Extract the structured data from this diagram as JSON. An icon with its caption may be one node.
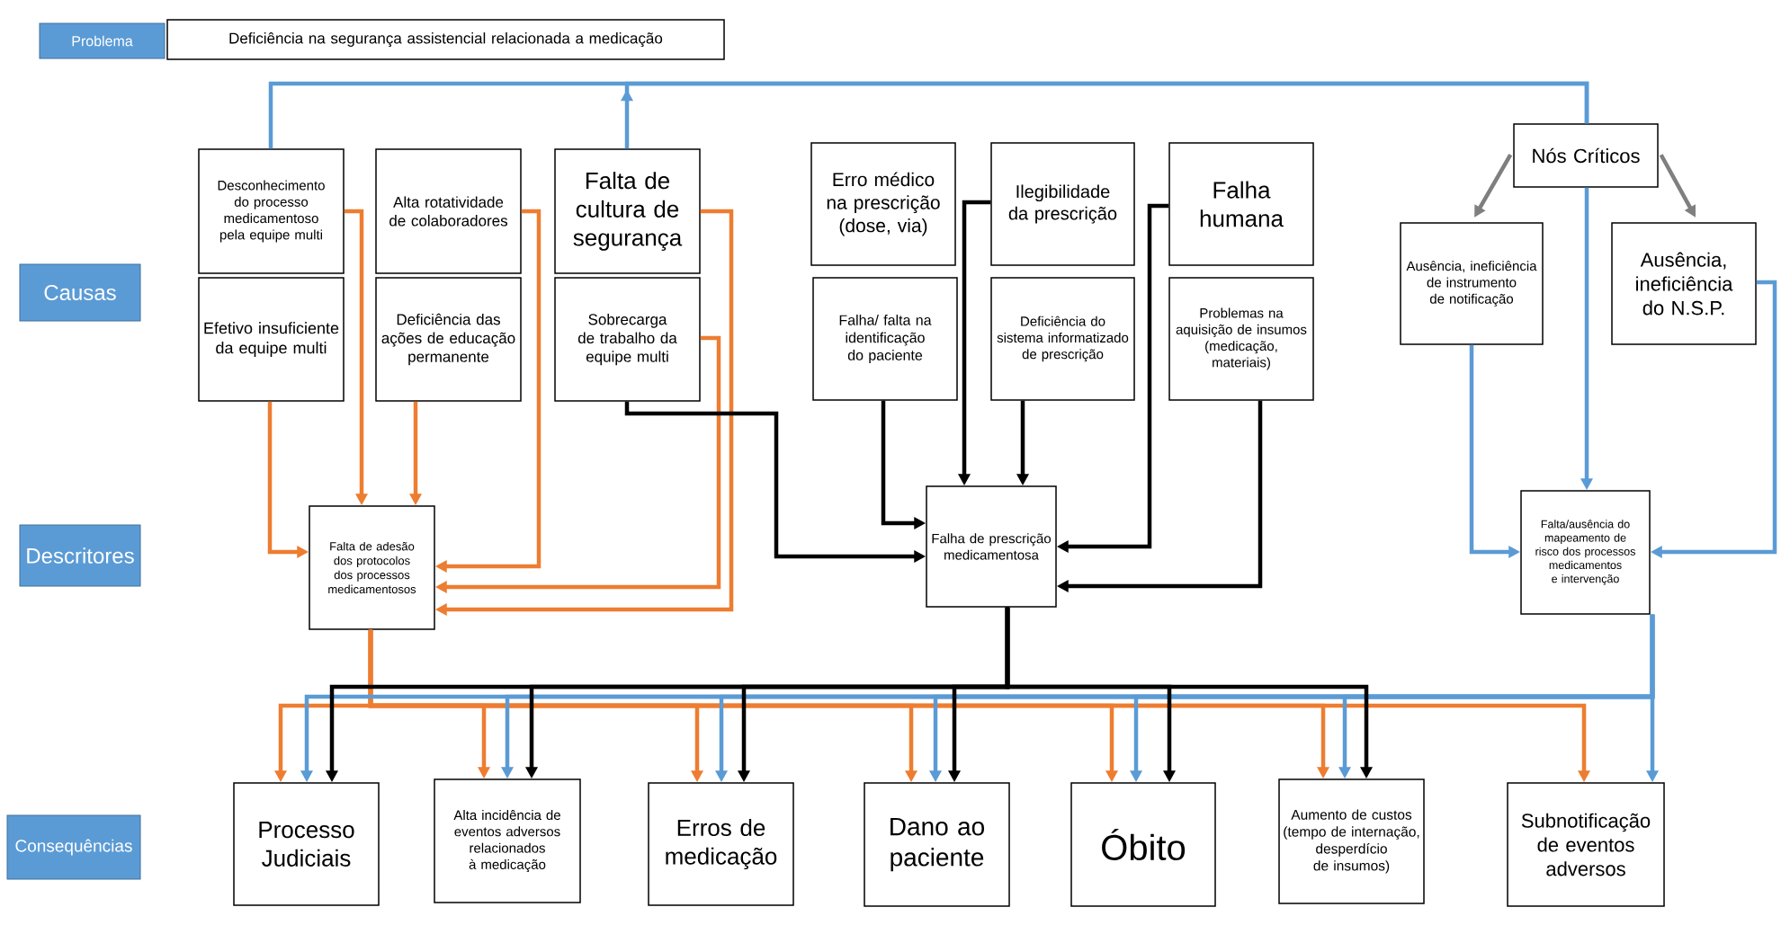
{
  "diagram": {
    "nodes": [
      {
        "text": [
          "Problema"
        ]
      },
      {
        "text": [
          "Deficiência na segurança assistencial relacionada a medicação"
        ]
      },
      {
        "text": [
          "Causas"
        ]
      },
      {
        "text": [
          "Descritores"
        ]
      },
      {
        "text": [
          "Consequências"
        ]
      },
      {
        "text": [
          "Desconhecimento do processo medicamentoso pela equipe multi"
        ]
      },
      {
        "text": [
          "Alta rotatividade de colaboradores"
        ]
      },
      {
        "text": [
          "Falta de cultura de segurança"
        ]
      },
      {
        "text": [
          "Efetivo insuficiente da equipe multi"
        ]
      },
      {
        "text": [
          "Deficiência das ações de educação permanente"
        ]
      },
      {
        "text": [
          "Sobrecarga de trabalho da equipe multi"
        ]
      },
      {
        "text": [
          "Erro médico na prescrição (dose, via)"
        ]
      },
      {
        "text": [
          "Ilegibilidade da prescrição"
        ]
      },
      {
        "text": [
          "Falha humana"
        ]
      },
      {
        "text": [
          "Falha/ falta na identificação do paciente"
        ]
      },
      {
        "text": [
          "Deficiência do sistema informatizado de prescrição"
        ]
      },
      {
        "text": [
          "Problemas na aquisição de insumos (medicação, materiais)"
        ]
      },
      {
        "text": [
          "Nós Críticos"
        ]
      },
      {
        "text": [
          "Ausência, ineficiência de instrumento de notificação"
        ]
      },
      {
        "text": [
          "Ausência, ineficiência do N.S.P."
        ]
      },
      {
        "text": [
          "Falta de adesão dos protocolos dos processos medicamentosos"
        ]
      },
      {
        "text": [
          "Falha de prescrição medicamentosa"
        ]
      },
      {
        "text": [
          "Falta/ausência do mapeamento de risco dos processos medicamentos e intervenção"
        ]
      },
      {
        "text": [
          "Processo Judiciais"
        ]
      },
      {
        "text": [
          "Alta incidência de eventos adversos relacionados à medicação"
        ]
      },
      {
        "text": [
          "Erros de medicação"
        ]
      },
      {
        "text": [
          "Dano ao paciente"
        ]
      },
      {
        "text": [
          "Óbito"
        ]
      },
      {
        "text": [
          "Aumento de custos (tempo de internação, desperdício de insumos)"
        ]
      },
      {
        "text": [
          "Subnotificação de eventos adversos"
        ]
      }
    ],
    "edges": [
      {
        "from": 5,
        "to": 17,
        "arrow": "none",
        "color": "#5b9bd5"
      },
      {
        "from": 7,
        "to": 17,
        "arrow": "to",
        "color": "#5b9bd5"
      },
      {
        "from": 17,
        "to": 18,
        "arrow": "to",
        "color": "#7f7f7f"
      },
      {
        "from": 17,
        "to": 19,
        "arrow": "to",
        "color": "#7f7f7f"
      },
      {
        "from": 17,
        "to": 22,
        "arrow": "to",
        "color": "#5b9bd5"
      },
      {
        "from": 18,
        "to": 22,
        "arrow": "to",
        "color": "#5b9bd5"
      },
      {
        "from": 19,
        "to": 22,
        "arrow": "to",
        "color": "#5b9bd5"
      },
      {
        "from": 5,
        "to": 20,
        "arrow": "to",
        "color": "#ed7d31"
      },
      {
        "from": 6,
        "to": 20,
        "arrow": "to",
        "color": "#ed7d31"
      },
      {
        "from": 7,
        "to": 20,
        "arrow": "to",
        "color": "#ed7d31"
      },
      {
        "from": 8,
        "to": 20,
        "arrow": "to",
        "color": "#ed7d31"
      },
      {
        "from": 9,
        "to": 20,
        "arrow": "to",
        "color": "#ed7d31"
      },
      {
        "from": 10,
        "to": 20,
        "arrow": "to",
        "color": "#ed7d31"
      },
      {
        "from": 10,
        "to": 21,
        "arrow": "to",
        "color": "#000000"
      },
      {
        "from": 12,
        "to": 21,
        "arrow": "to",
        "color": "#000000"
      },
      {
        "from": 13,
        "to": 21,
        "arrow": "to",
        "color": "#000000"
      },
      {
        "from": 14,
        "to": 21,
        "arrow": "to",
        "color": "#000000"
      },
      {
        "from": 15,
        "to": 21,
        "arrow": "to",
        "color": "#000000"
      },
      {
        "from": 16,
        "to": 21,
        "arrow": "to",
        "color": "#000000"
      },
      {
        "from": 20,
        "to": 23,
        "arrow": "to",
        "color": "#ed7d31"
      },
      {
        "from": 20,
        "to": 24,
        "arrow": "to",
        "color": "#ed7d31"
      },
      {
        "from": 20,
        "to": 25,
        "arrow": "to",
        "color": "#ed7d31"
      },
      {
        "from": 20,
        "to": 26,
        "arrow": "to",
        "color": "#ed7d31"
      },
      {
        "from": 20,
        "to": 27,
        "arrow": "to",
        "color": "#ed7d31"
      },
      {
        "from": 20,
        "to": 28,
        "arrow": "to",
        "color": "#ed7d31"
      },
      {
        "from": 20,
        "to": 29,
        "arrow": "to",
        "color": "#ed7d31"
      },
      {
        "from": 22,
        "to": 23,
        "arrow": "to",
        "color": "#5b9bd5"
      },
      {
        "from": 22,
        "to": 24,
        "arrow": "to",
        "color": "#5b9bd5"
      },
      {
        "from": 22,
        "to": 25,
        "arrow": "to",
        "color": "#5b9bd5"
      },
      {
        "from": 22,
        "to": 26,
        "arrow": "to",
        "color": "#5b9bd5"
      },
      {
        "from": 22,
        "to": 27,
        "arrow": "to",
        "color": "#5b9bd5"
      },
      {
        "from": 22,
        "to": 28,
        "arrow": "to",
        "color": "#5b9bd5"
      },
      {
        "from": 22,
        "to": 29,
        "arrow": "to",
        "color": "#5b9bd5"
      },
      {
        "from": 21,
        "to": 23,
        "arrow": "to",
        "color": "#000000"
      },
      {
        "from": 21,
        "to": 24,
        "arrow": "to",
        "color": "#000000"
      },
      {
        "from": 21,
        "to": 25,
        "arrow": "to",
        "color": "#000000"
      },
      {
        "from": 21,
        "to": 26,
        "arrow": "to",
        "color": "#000000"
      },
      {
        "from": 21,
        "to": 27,
        "arrow": "to",
        "color": "#000000"
      },
      {
        "from": 21,
        "to": 28,
        "arrow": "to",
        "color": "#000000"
      }
    ]
  }
}
